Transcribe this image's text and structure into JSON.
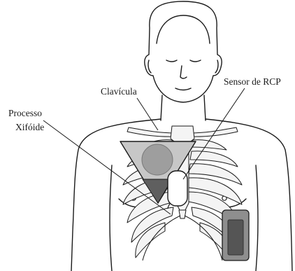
{
  "diagram": {
    "labels": {
      "clavicle": "Clavícula",
      "cpr_sensor": "Sensor de RCP",
      "xiphoid_line1": "Processo",
      "xiphoid_line2": "Xifóide"
    },
    "colors": {
      "outline": "#1a1a1a",
      "bone_fill": "#f4f4f4",
      "pad_triangle": "#c7c7c7",
      "pad_circle": "#9e9e9e",
      "pad_dark_triangle": "#5f5f5f",
      "device_body": "#8e8e8e",
      "device_screen": "#555555"
    }
  }
}
